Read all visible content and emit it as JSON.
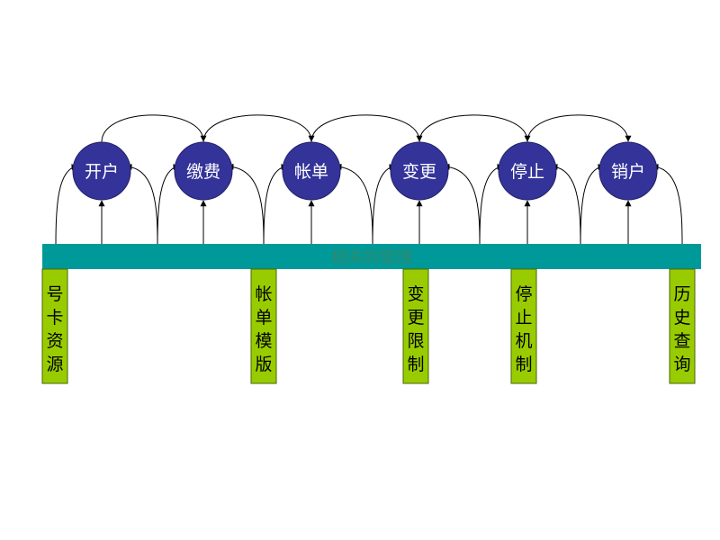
{
  "colors": {
    "node_fill": "#333399",
    "node_text": "#ffffff",
    "bar_fill": "#009999",
    "bar_text": "#2f8a6a",
    "tag_fill": "#99cc00",
    "tag_text": "#000000",
    "arrow": "#000000"
  },
  "bar": {
    "label": "相关的管理"
  },
  "nodes": [
    {
      "id": "open",
      "label": "开户"
    },
    {
      "id": "pay",
      "label": "缴费"
    },
    {
      "id": "bill",
      "label": "帐单"
    },
    {
      "id": "change",
      "label": "变更"
    },
    {
      "id": "suspend",
      "label": "停止"
    },
    {
      "id": "close",
      "label": "销户"
    }
  ],
  "tags": [
    {
      "id": "number-card-resources",
      "label": "号卡资源"
    },
    {
      "id": "bill-template",
      "label": "帐单模版"
    },
    {
      "id": "change-limits",
      "label": "变更限制"
    },
    {
      "id": "suspend-mechanism",
      "label": "停止机制"
    },
    {
      "id": "history-query",
      "label": "历史查询"
    }
  ]
}
